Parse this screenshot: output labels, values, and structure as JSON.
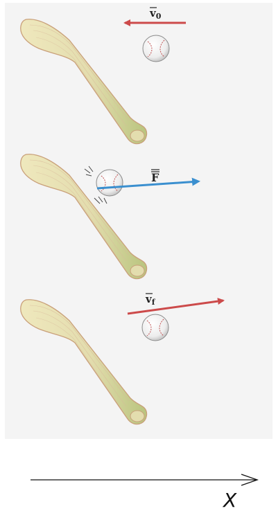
{
  "scenes": [
    {
      "label": "v",
      "subscript": "0",
      "arrow_color": "#cc4a4a",
      "stage": "before-impact"
    },
    {
      "label": "F",
      "subscript": "",
      "arrow_color": "#3a8fcf",
      "stage": "impact"
    },
    {
      "label": "v",
      "subscript": "f",
      "arrow_color": "#cc4a4a",
      "stage": "after-impact"
    }
  ],
  "axis": {
    "label": "X"
  },
  "colors": {
    "bat_fill": "#e6dfb0",
    "bat_shadow": "#b8c27a",
    "bat_edge": "#c9a07a",
    "ball_fill": "#f2f2f2",
    "ball_stitch": "#c05050",
    "panel_bg": "#f4f4f4"
  }
}
